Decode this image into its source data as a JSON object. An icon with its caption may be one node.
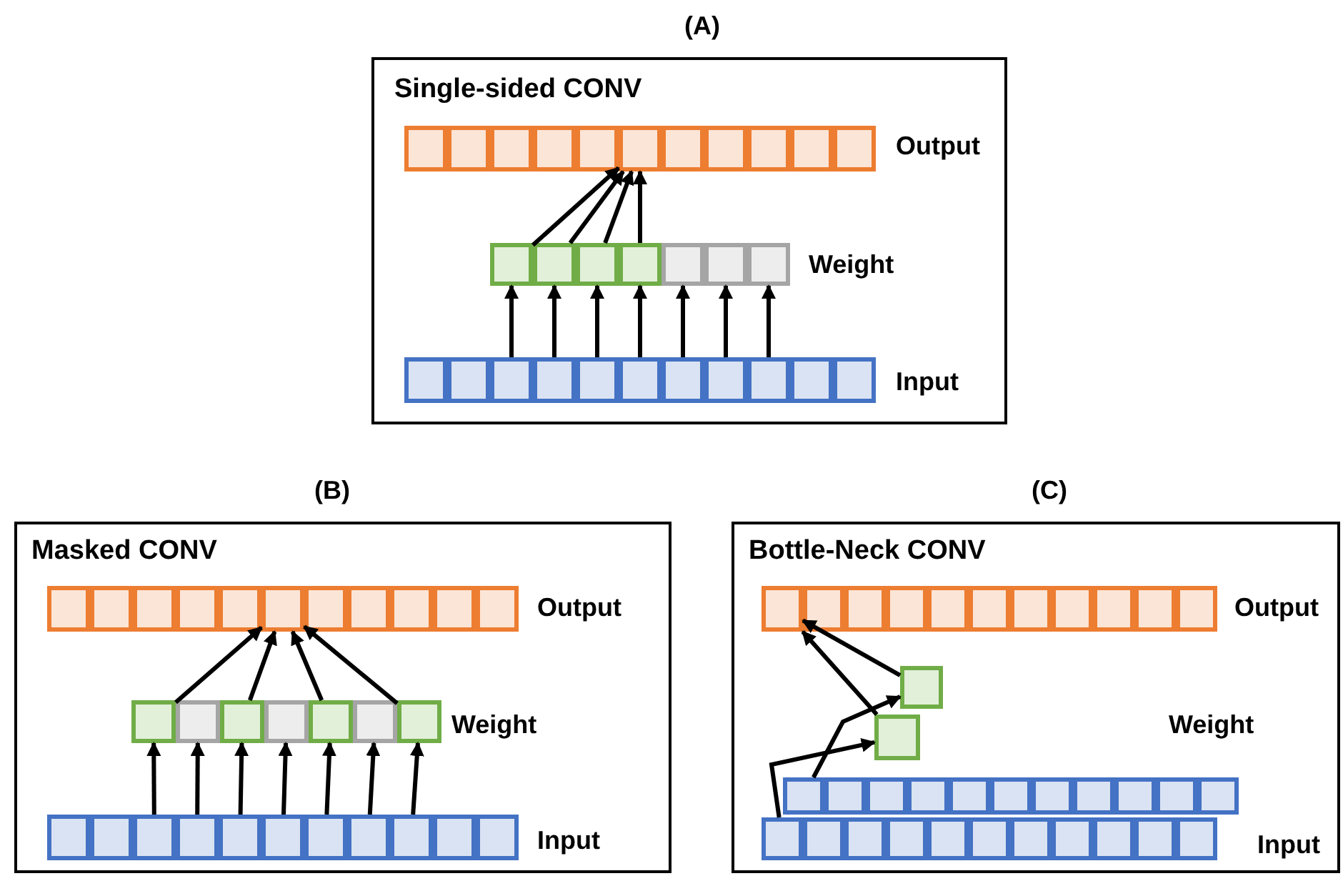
{
  "diagram": {
    "nodes": [
      {
        "text": [
          "Single-sided CONV"
        ],
        "beside": [
          "(A)"
        ]
      },
      {
        "text": [],
        "shape": "box",
        "in": 0
      },
      {
        "text": [],
        "shape": "box",
        "in": 0
      },
      {
        "text": [],
        "shape": "box",
        "in": 0
      },
      {
        "text": [],
        "shape": "box",
        "in": 0
      },
      {
        "text": [],
        "shape": "box",
        "in": 0
      },
      {
        "text": [],
        "shape": "box",
        "in": 0
      },
      {
        "text": [],
        "shape": "box",
        "in": 0
      },
      {
        "text": [],
        "shape": "box",
        "in": 0
      },
      {
        "text": [],
        "shape": "box",
        "in": 0
      },
      {
        "text": [],
        "shape": "box",
        "in": 0
      },
      {
        "text": [],
        "shape": "box",
        "in": 0
      },
      {
        "text": [],
        "shape": "box",
        "in": 0
      },
      {
        "text": [],
        "shape": "box",
        "in": 0
      },
      {
        "text": [],
        "shape": "box",
        "in": 0
      },
      {
        "text": [],
        "shape": "box",
        "in": 0
      },
      {
        "text": [],
        "shape": "box",
        "in": 0
      },
      {
        "text": [],
        "shape": "box",
        "in": 0
      },
      {
        "text": [],
        "shape": "box",
        "in": 0
      },
      {
        "text": [],
        "shape": "box",
        "in": 0
      },
      {
        "text": [],
        "shape": "box",
        "in": 0
      },
      {
        "text": [],
        "shape": "box",
        "in": 0
      },
      {
        "text": [],
        "shape": "box",
        "in": 0
      },
      {
        "text": [],
        "shape": "box",
        "in": 0
      },
      {
        "text": [],
        "shape": "box",
        "in": 0
      },
      {
        "text": [],
        "shape": "box",
        "in": 0
      },
      {
        "text": [],
        "shape": "box",
        "in": 0
      },
      {
        "text": [],
        "shape": "box",
        "in": 0
      },
      {
        "text": [],
        "shape": "box",
        "in": 0
      },
      {
        "text": [],
        "shape": "box",
        "in": 0
      },
      {
        "text": [
          "Masked CONV"
        ],
        "beside": [
          "(B)"
        ]
      },
      {
        "text": [],
        "shape": "box",
        "in": 30
      },
      {
        "text": [],
        "shape": "box",
        "in": 30
      },
      {
        "text": [],
        "shape": "box",
        "in": 30
      },
      {
        "text": [],
        "shape": "box",
        "in": 30
      },
      {
        "text": [],
        "shape": "box",
        "in": 30
      },
      {
        "text": [],
        "shape": "box",
        "in": 30
      },
      {
        "text": [],
        "shape": "box",
        "in": 30
      },
      {
        "text": [],
        "shape": "box",
        "in": 30
      },
      {
        "text": [],
        "shape": "box",
        "in": 30
      },
      {
        "text": [],
        "shape": "box",
        "in": 30
      },
      {
        "text": [],
        "shape": "box",
        "in": 30
      },
      {
        "text": [],
        "shape": "box",
        "in": 30
      },
      {
        "text": [],
        "shape": "box",
        "in": 30
      },
      {
        "text": [],
        "shape": "box",
        "in": 30
      },
      {
        "text": [],
        "shape": "box",
        "in": 30
      },
      {
        "text": [],
        "shape": "box",
        "in": 30
      },
      {
        "text": [],
        "shape": "box",
        "in": 30
      },
      {
        "text": [],
        "shape": "box",
        "in": 30
      },
      {
        "text": [],
        "shape": "box",
        "in": 30
      },
      {
        "text": [],
        "shape": "box",
        "in": 30
      },
      {
        "text": [],
        "shape": "box",
        "in": 30
      },
      {
        "text": [],
        "shape": "box",
        "in": 30
      },
      {
        "text": [],
        "shape": "box",
        "in": 30
      },
      {
        "text": [],
        "shape": "box",
        "in": 30
      },
      {
        "text": [],
        "shape": "box",
        "in": 30
      },
      {
        "text": [],
        "shape": "box",
        "in": 30
      },
      {
        "text": [],
        "shape": "box",
        "in": 30
      },
      {
        "text": [],
        "shape": "box",
        "in": 30
      },
      {
        "text": [],
        "shape": "box",
        "in": 30
      },
      {
        "text": [
          "Bottle-Neck CONV"
        ],
        "beside": [
          "(C)"
        ]
      },
      {
        "text": [],
        "shape": "box",
        "in": 60
      },
      {
        "text": [],
        "shape": "box",
        "in": 60
      },
      {
        "text": [],
        "shape": "box",
        "in": 60
      },
      {
        "text": [],
        "shape": "box",
        "in": 60
      },
      {
        "text": [],
        "shape": "box",
        "in": 60
      },
      {
        "text": [],
        "shape": "box",
        "in": 60
      },
      {
        "text": [],
        "shape": "box",
        "in": 60
      },
      {
        "text": [],
        "shape": "box",
        "in": 60
      },
      {
        "text": [],
        "shape": "box",
        "in": 60
      },
      {
        "text": [],
        "shape": "box",
        "in": 60
      },
      {
        "text": [],
        "shape": "box",
        "in": 60
      },
      {
        "text": [],
        "shape": "box",
        "in": 60
      },
      {
        "text": [],
        "shape": "box",
        "in": 60
      },
      {
        "text": [],
        "shape": "box",
        "in": 60
      },
      {
        "text": [],
        "shape": "box",
        "in": 60
      },
      {
        "text": [],
        "shape": "box",
        "in": 60
      },
      {
        "text": [],
        "shape": "box",
        "in": 60
      },
      {
        "text": [],
        "shape": "box",
        "in": 60
      },
      {
        "text": [],
        "shape": "box",
        "in": 60
      },
      {
        "text": [],
        "shape": "box",
        "in": 60
      },
      {
        "text": [],
        "shape": "box",
        "in": 60
      },
      {
        "text": [],
        "shape": "box",
        "in": 60
      },
      {
        "text": [],
        "shape": "box",
        "in": 60
      },
      {
        "text": [],
        "shape": "box",
        "in": 60
      },
      {
        "text": [],
        "shape": "box",
        "in": 60
      },
      {
        "text": [],
        "shape": "box",
        "in": 60
      },
      {
        "text": [],
        "shape": "box",
        "in": 60
      },
      {
        "text": [],
        "shape": "box",
        "in": 60
      },
      {
        "text": [],
        "shape": "box",
        "in": 60
      },
      {
        "text": [],
        "shape": "box",
        "in": 60
      },
      {
        "text": [],
        "shape": "box",
        "in": 60
      },
      {
        "text": [],
        "shape": "box",
        "in": 60
      },
      {
        "text": [],
        "shape": "box",
        "in": 60
      },
      {
        "text": [],
        "shape": "box",
        "in": 60
      },
      {
        "text": [],
        "shape": "box",
        "in": 60
      }
    ],
    "edges": [
      {
        "from": 21,
        "to": 12,
        "arrow": "to"
      },
      {
        "from": 22,
        "to": 13,
        "arrow": "to"
      },
      {
        "from": 23,
        "to": 14,
        "arrow": "to"
      },
      {
        "from": 24,
        "to": 15,
        "arrow": "to"
      },
      {
        "from": 25,
        "to": 16,
        "arrow": "to"
      },
      {
        "from": 26,
        "to": 17,
        "arrow": "to"
      },
      {
        "from": 27,
        "to": 18,
        "arrow": "to"
      },
      {
        "from": 12,
        "to": 6,
        "arrow": "to"
      },
      {
        "from": 13,
        "to": 6,
        "arrow": "to"
      },
      {
        "from": 14,
        "to": 6,
        "arrow": "to"
      },
      {
        "from": 15,
        "to": 6,
        "arrow": "to"
      },
      {
        "from": 51,
        "to": 42,
        "arrow": "to"
      },
      {
        "from": 52,
        "to": 43,
        "arrow": "to"
      },
      {
        "from": 53,
        "to": 44,
        "arrow": "to"
      },
      {
        "from": 54,
        "to": 45,
        "arrow": "to"
      },
      {
        "from": 55,
        "to": 46,
        "arrow": "to"
      },
      {
        "from": 56,
        "to": 47,
        "arrow": "to"
      },
      {
        "from": 57,
        "to": 48,
        "arrow": "to"
      },
      {
        "from": 42,
        "to": 36,
        "arrow": "to"
      },
      {
        "from": 44,
        "to": 36,
        "arrow": "to"
      },
      {
        "from": 46,
        "to": 36,
        "arrow": "to"
      },
      {
        "from": 48,
        "to": 36,
        "arrow": "to"
      },
      {
        "from": 74,
        "to": 72,
        "arrow": "to"
      },
      {
        "from": 85,
        "to": 73,
        "arrow": "to"
      },
      {
        "from": 72,
        "to": 61,
        "arrow": "to"
      },
      {
        "from": 73,
        "to": 61,
        "arrow": "to"
      }
    ],
    "labels": [
      "Output",
      "Weight",
      "Input",
      "Output",
      "Weight",
      "Input",
      "Output",
      "Weight",
      "Input"
    ]
  }
}
